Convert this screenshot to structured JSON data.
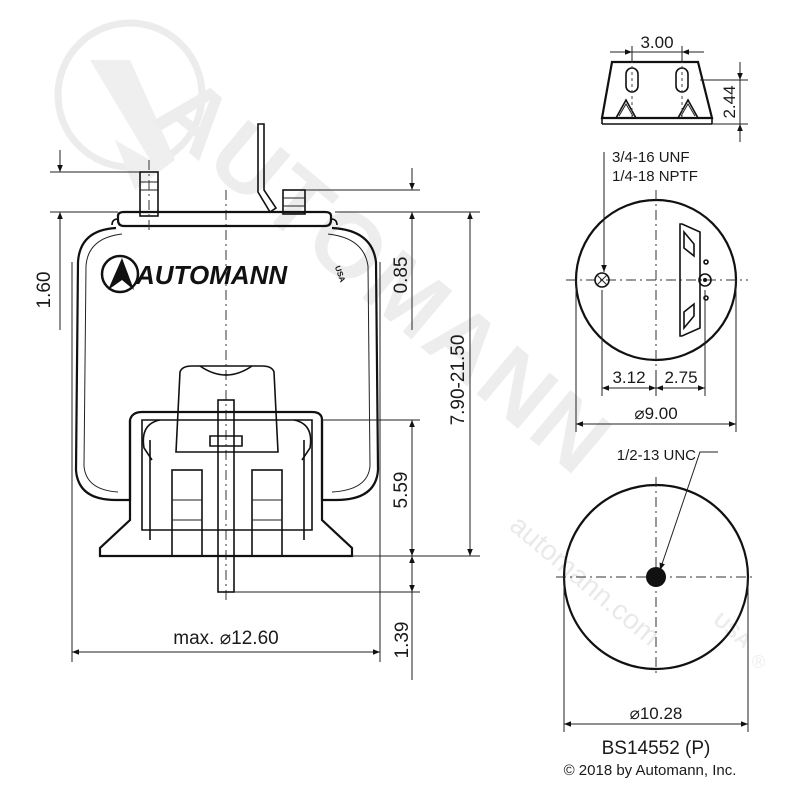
{
  "brand": {
    "name": "AUTOMANN",
    "suffix": "USA",
    "website": "automann.com",
    "registered": "®",
    "colors": {
      "watermark": "#dcdcdc",
      "ink": "#111111"
    }
  },
  "part": {
    "number": "BS14552 (P)"
  },
  "copyright": "© 2018 by Automann, Inc.",
  "dimensions": {
    "bead_plate_stud_height": "1.60",
    "stud_height": "0.85",
    "height_range": "7.90-21.50",
    "piston_height": "5.59",
    "rod_extension": "1.39",
    "max_diameter": "max. ⌀12.60",
    "top_width": "3.00",
    "top_height": "2.44",
    "top_offset_left": "3.12",
    "top_offset_right": "2.75",
    "top_diameter": "⌀9.00",
    "bottom_diameter": "⌀10.28"
  },
  "notes": {
    "air_fitting_thread": "3/4-16 UNF",
    "air_port_thread": "1/4-18 NPTF",
    "bottom_thread": "1/2-13 UNC"
  }
}
